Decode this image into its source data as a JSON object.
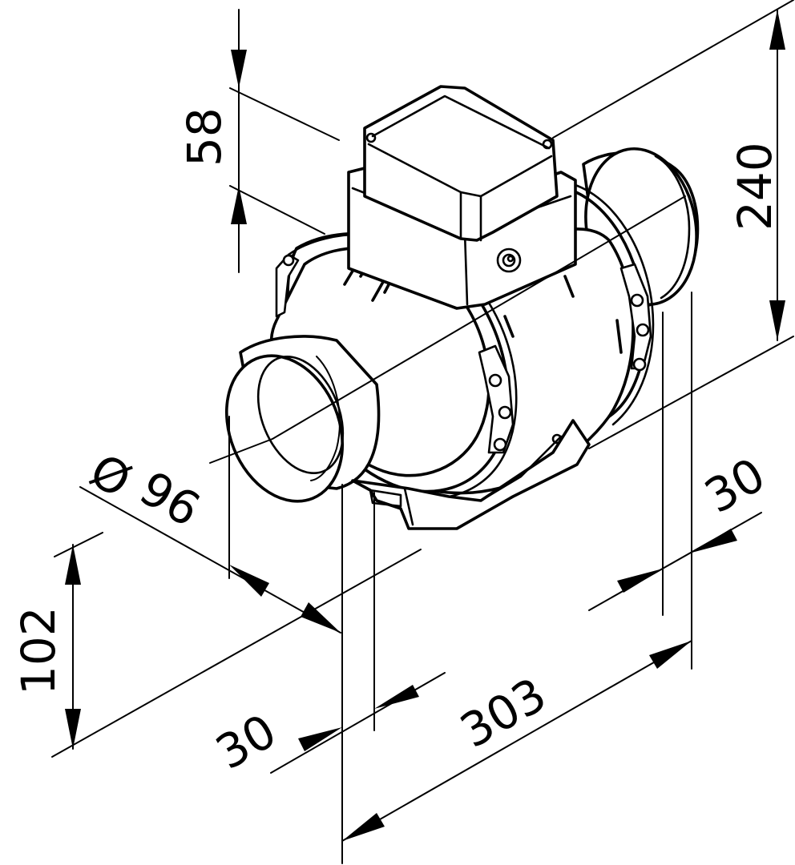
{
  "drawing": {
    "dimensions": {
      "box_height": "58",
      "total_height": "240",
      "diameter": "96",
      "diameter_symbol": "Ø",
      "axis_height": "102",
      "inlet_spigot_length": "30",
      "outlet_spigot_length": "30",
      "total_length": "303"
    }
  }
}
